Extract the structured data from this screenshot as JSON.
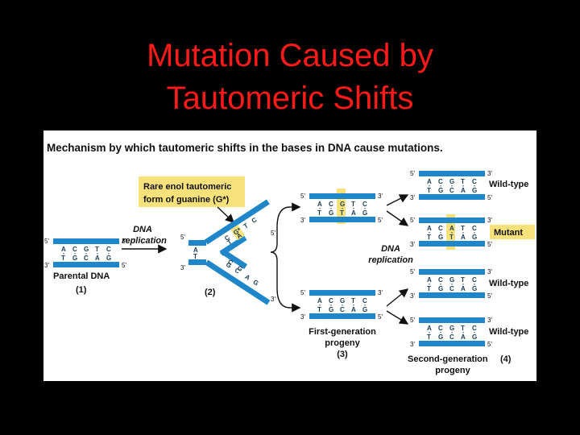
{
  "slide": {
    "title_line1": "Mutation Caused by",
    "title_line2": "Tautomeric Shifts"
  },
  "figure": {
    "heading": "Mechanism by which tautomeric shifts in the bases in DNA cause mutations.",
    "callout_line1": "Rare enol tautomeric",
    "callout_line2": "form of guanine (G*)",
    "dna_replication_1a": "DNA",
    "dna_replication_1b": "replication",
    "dna_replication_2a": "DNA",
    "dna_replication_2b": "replication",
    "parental_label": "Parental DNA",
    "step1": "(1)",
    "step2": "(2)",
    "first_gen_line1": "First-generation",
    "first_gen_line2": "progeny",
    "step3": "(3)",
    "second_gen_line1": "Second-generation",
    "second_gen_line2": "progeny",
    "step4": "(4)",
    "label_wild_type_1": "Wild-type",
    "label_mutant": "Mutant",
    "label_wild_type_2": "Wild-type",
    "label_wild_type_3": "Wild-type",
    "end_5": "5'",
    "end_3": "3'",
    "colors": {
      "strand": "#1f86c9",
      "highlight": "#f7e17a",
      "title": "#ff1a1a"
    }
  },
  "duplexes": [
    {
      "name": "parental-duplex",
      "top": [
        "A",
        "C",
        "G",
        "T",
        "C"
      ],
      "bottom": [
        "T",
        "G",
        "C",
        "A",
        "G"
      ]
    },
    {
      "name": "first-gen-upper-duplex",
      "top": [
        "A",
        "C",
        "G",
        "T",
        "C"
      ],
      "bottom": [
        "T",
        "G",
        "T",
        "A",
        "G"
      ]
    },
    {
      "name": "first-gen-lower-duplex",
      "top": [
        "A",
        "C",
        "G",
        "T",
        "C"
      ],
      "bottom": [
        "T",
        "G",
        "C",
        "A",
        "G"
      ]
    },
    {
      "name": "second-gen-duplex-1",
      "top": [
        "A",
        "C",
        "G",
        "T",
        "C"
      ],
      "bottom": [
        "T",
        "G",
        "C",
        "A",
        "G"
      ]
    },
    {
      "name": "second-gen-duplex-2",
      "top": [
        "A",
        "C",
        "A",
        "T",
        "C"
      ],
      "bottom": [
        "T",
        "G",
        "T",
        "A",
        "G"
      ]
    },
    {
      "name": "second-gen-duplex-3",
      "top": [
        "A",
        "C",
        "G",
        "T",
        "C"
      ],
      "bottom": [
        "T",
        "G",
        "C",
        "A",
        "G"
      ]
    },
    {
      "name": "second-gen-duplex-4",
      "top": [
        "A",
        "C",
        "G",
        "T",
        "C"
      ],
      "bottom": [
        "T",
        "G",
        "C",
        "A",
        "G"
      ]
    }
  ],
  "fork": {
    "top_short": [
      "A",
      "T"
    ],
    "upper_arm_template": [
      "C",
      "G*",
      "T",
      "C"
    ],
    "upper_arm_new": [
      "T",
      "A"
    ],
    "lower_arm_template": [
      "G",
      "C",
      "A",
      "G"
    ],
    "lower_arm_new": [
      "C",
      "G"
    ]
  }
}
